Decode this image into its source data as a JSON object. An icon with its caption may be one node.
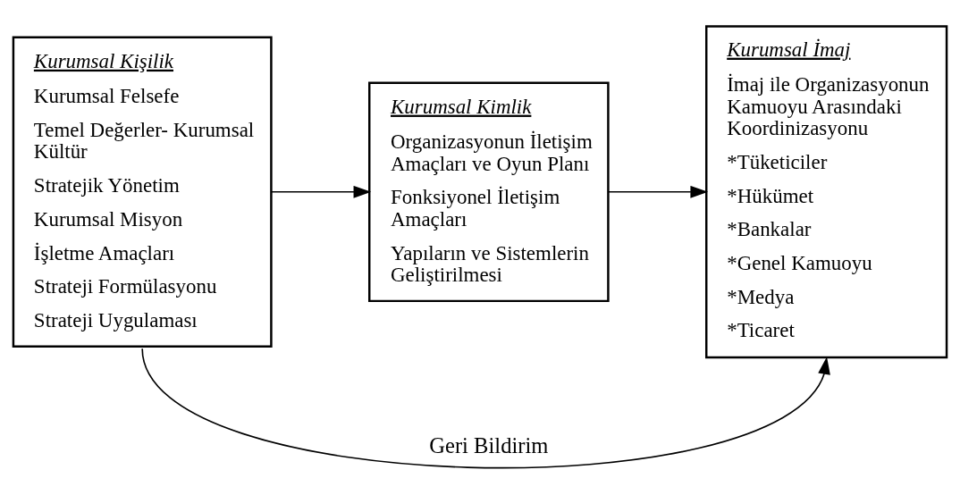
{
  "diagram": {
    "nodes": [
      {
        "text": [
          "Kurumsal Kişilik",
          "Kurumsal Felsefe",
          "Temel Değerler- Kurumsal Kültür",
          "Stratejik Yönetim",
          "Kurumsal Misyon",
          "İşletme Amaçları",
          "Strateji Formülasyonu",
          "Strateji Uygulaması"
        ]
      },
      {
        "text": [
          "Kurumsal Kimlik",
          "Organizasyonun İletişim Amaçları ve Oyun Planı",
          "Fonksiyonel İletişim Amaçları",
          "Yapıların ve Sistemlerin Geliştirilmesi"
        ]
      },
      {
        "text": [
          "Kurumsal İmaj",
          "İmaj ile Organizasyonun Kamuoyu Arasındaki Koordinizasyonu",
          "*Tüketiciler",
          "*Hükümet",
          "*Bankalar",
          "*Genel Kamuoyu",
          "*Medya",
          "*Ticaret"
        ]
      }
    ],
    "edges": [
      {
        "from": 0,
        "to": 1,
        "arrow": "to"
      },
      {
        "from": 1,
        "to": 2,
        "arrow": "to"
      },
      {
        "from": 0,
        "to": 2,
        "arrow": "to",
        "label": "Geri Bildirim"
      }
    ]
  }
}
